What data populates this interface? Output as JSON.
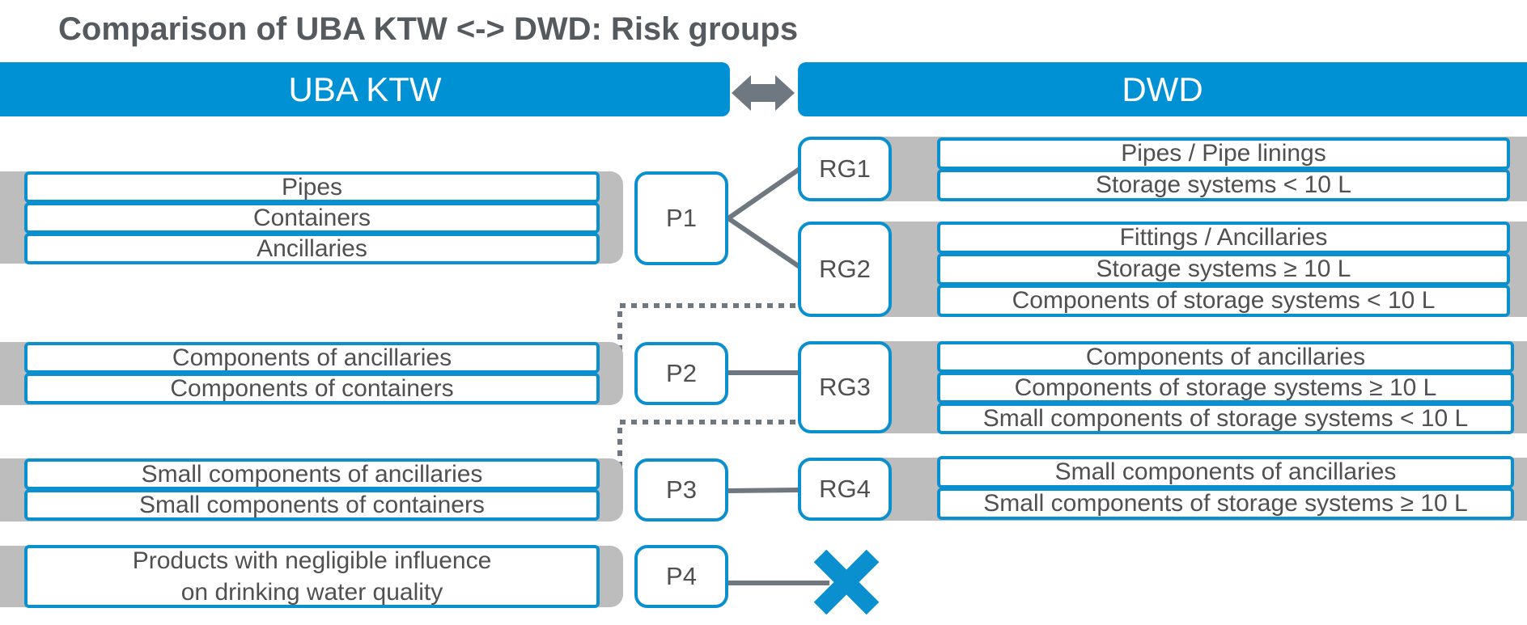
{
  "title": "Comparison of UBA KTW <-> DWD: Risk groups",
  "headers": {
    "left": "UBA KTW",
    "right": "DWD"
  },
  "colors": {
    "blue": "#0090d4",
    "box_border": "#0a8fcf",
    "band": "#bdbdbd",
    "connector": "#6f7880",
    "text": "#505050"
  },
  "uba": {
    "groups": [
      {
        "code": "P1",
        "items": [
          "Pipes",
          "Containers",
          "Ancillaries"
        ]
      },
      {
        "code": "P2",
        "items": [
          "Components of ancillaries",
          "Components of containers"
        ]
      },
      {
        "code": "P3",
        "items": [
          "Small components of ancillaries",
          "Small components of containers"
        ]
      },
      {
        "code": "P4",
        "items": [
          "Products with negligible influence on drinking water quality"
        ]
      }
    ]
  },
  "dwd": {
    "groups": [
      {
        "code": "RG1",
        "items": [
          "Pipes / Pipe linings",
          "Storage systems < 10 L"
        ]
      },
      {
        "code": "RG2",
        "items": [
          "Fittings / Ancillaries",
          "Storage systems ≥ 10 L",
          "Components of storage systems < 10 L"
        ]
      },
      {
        "code": "RG3",
        "items": [
          "Components of ancillaries",
          "Components of storage systems ≥ 10 L",
          "Small components of storage systems < 10 L"
        ]
      },
      {
        "code": "RG4",
        "items": [
          "Small components of ancillaries",
          "Small components of storage systems ≥ 10 L"
        ]
      }
    ]
  },
  "icons": {
    "swap": "double-arrow-icon",
    "none": "cross-icon"
  }
}
